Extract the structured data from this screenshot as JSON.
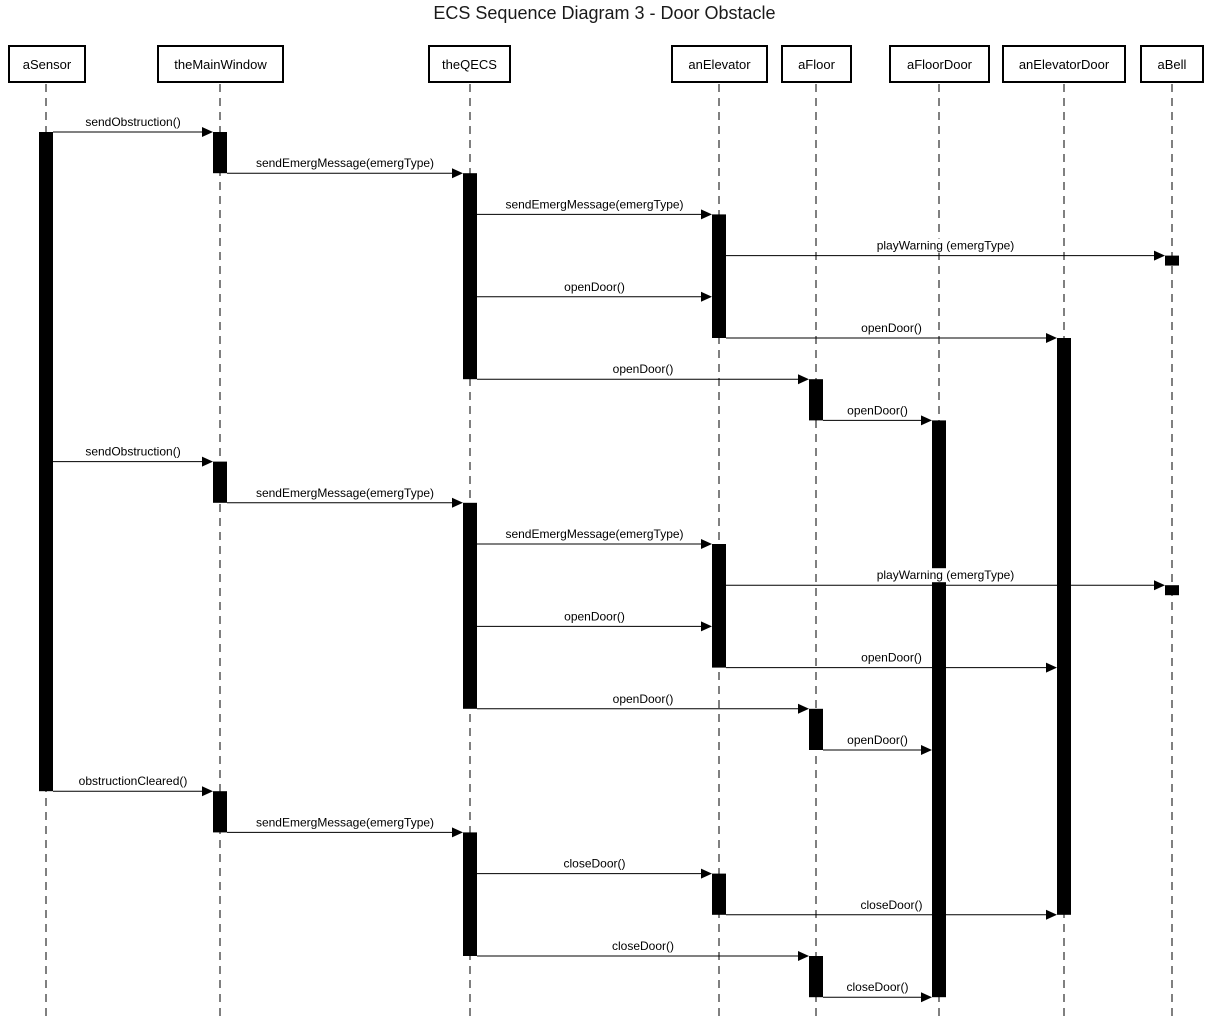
{
  "title": "ECS Sequence Diagram 3 - Door Obstacle",
  "participants": [
    {
      "id": "sensor",
      "label": "aSensor"
    },
    {
      "id": "mainwindow",
      "label": "theMainWindow"
    },
    {
      "id": "qecs",
      "label": "theQECS"
    },
    {
      "id": "elevator",
      "label": "anElevator"
    },
    {
      "id": "floor",
      "label": "aFloor"
    },
    {
      "id": "floordoor",
      "label": "aFloorDoor"
    },
    {
      "id": "elevatordoor",
      "label": "anElevatorDoor"
    },
    {
      "id": "bell",
      "label": "aBell"
    }
  ],
  "messages": [
    {
      "from": "sensor",
      "to": "mainwindow",
      "label": "sendObstruction()"
    },
    {
      "from": "mainwindow",
      "to": "qecs",
      "label": "sendEmergMessage(emergType)"
    },
    {
      "from": "qecs",
      "to": "elevator",
      "label": "sendEmergMessage(emergType)"
    },
    {
      "from": "elevator",
      "to": "bell",
      "label": "playWarning (emergType)"
    },
    {
      "from": "qecs",
      "to": "elevator",
      "label": "openDoor()"
    },
    {
      "from": "elevator",
      "to": "elevatordoor",
      "label": "openDoor()"
    },
    {
      "from": "qecs",
      "to": "floor",
      "label": "openDoor()"
    },
    {
      "from": "floor",
      "to": "floordoor",
      "label": "openDoor()"
    },
    {
      "from": "sensor",
      "to": "mainwindow",
      "label": "sendObstruction()"
    },
    {
      "from": "mainwindow",
      "to": "qecs",
      "label": "sendEmergMessage(emergType)"
    },
    {
      "from": "qecs",
      "to": "elevator",
      "label": "sendEmergMessage(emergType)"
    },
    {
      "from": "elevator",
      "to": "bell",
      "label": "playWarning (emergType)"
    },
    {
      "from": "qecs",
      "to": "elevator",
      "label": "openDoor()"
    },
    {
      "from": "elevator",
      "to": "elevatordoor",
      "label": "openDoor()"
    },
    {
      "from": "qecs",
      "to": "floor",
      "label": "openDoor()"
    },
    {
      "from": "floor",
      "to": "floordoor",
      "label": "openDoor()"
    },
    {
      "from": "sensor",
      "to": "mainwindow",
      "label": "obstructionCleared()"
    },
    {
      "from": "mainwindow",
      "to": "qecs",
      "label": "sendEmergMessage(emergType)"
    },
    {
      "from": "qecs",
      "to": "elevator",
      "label": "closeDoor()"
    },
    {
      "from": "elevator",
      "to": "elevatordoor",
      "label": "closeDoor()"
    },
    {
      "from": "qecs",
      "to": "floor",
      "label": "closeDoor()"
    },
    {
      "from": "floor",
      "to": "floordoor",
      "label": "closeDoor()"
    }
  ],
  "activations": [
    {
      "participant": "sensor",
      "start": 0,
      "end": 16
    },
    {
      "participant": "mainwindow",
      "start": 0,
      "end": 1
    },
    {
      "participant": "mainwindow",
      "start": 8,
      "end": 9
    },
    {
      "participant": "mainwindow",
      "start": 16,
      "end": 17
    },
    {
      "participant": "qecs",
      "start": 1,
      "end": 6
    },
    {
      "participant": "qecs",
      "start": 9,
      "end": 14
    },
    {
      "participant": "qecs",
      "start": 17,
      "end": 20
    },
    {
      "participant": "elevator",
      "start": 2,
      "end": 5
    },
    {
      "participant": "elevator",
      "start": 10,
      "end": 13
    },
    {
      "participant": "elevator",
      "start": 18,
      "end": 19
    },
    {
      "participant": "floor",
      "start": 6,
      "end": 7
    },
    {
      "participant": "floor",
      "start": 14,
      "end": 15
    },
    {
      "participant": "floor",
      "start": 20,
      "end": 21
    },
    {
      "participant": "floordoor",
      "start": 7,
      "end": 21
    },
    {
      "participant": "elevatordoor",
      "start": 5,
      "end": 19
    },
    {
      "participant": "bell",
      "start": 3,
      "end": 3
    },
    {
      "participant": "bell",
      "start": 11,
      "end": 11
    }
  ]
}
